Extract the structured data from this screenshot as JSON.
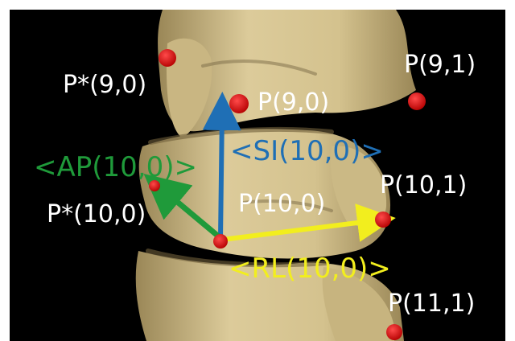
{
  "image": {
    "background_color": "#000000",
    "bone_color": "#d9c795",
    "bone_shadow_color": "#8c7a4e"
  },
  "labels": {
    "p_star_9_0": "P*(9,0)",
    "p_9_0": "P(9,0)",
    "p_9_1": "P(9,1)",
    "ap_10_0": "<AP(10,0)>",
    "si_10_0": "<SI(10,0)>",
    "p_10_1": "P(10,1)",
    "p_star_10_0": "P*(10,0)",
    "p_10_0": "P(10,0)",
    "rl_10_0": "<RL(10,0)>",
    "p_11_1": "P(11,1)"
  },
  "vectors": {
    "si": {
      "color": "#1f6fb5",
      "label_color": "#1f6fb5"
    },
    "ap": {
      "color": "#1f9a3a",
      "label_color": "#1f9a3a"
    },
    "rl": {
      "color": "#f2ee1e",
      "label_color": "#f2ee1e"
    }
  },
  "landmark_color": "#d40000",
  "text_color": "#ffffff"
}
